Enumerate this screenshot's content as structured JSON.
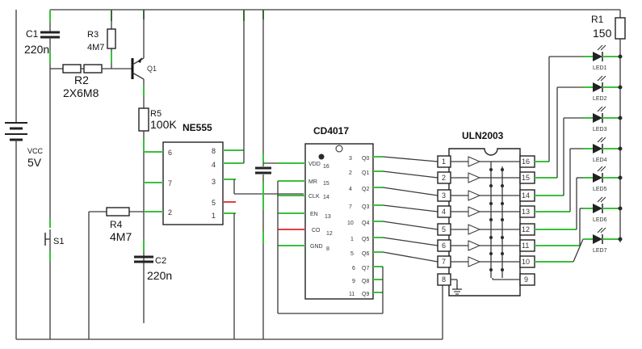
{
  "components": {
    "c1": {
      "ref": "C1",
      "value": "220n"
    },
    "r3": {
      "ref": "R3",
      "value": "4M7"
    },
    "r2": {
      "ref": "R2",
      "value": "2X6M8"
    },
    "q1": {
      "ref": "Q1"
    },
    "r5": {
      "ref": "R5",
      "value": "100K"
    },
    "vcc": {
      "ref": "VCC",
      "value": "5V"
    },
    "s1": {
      "ref": "S1"
    },
    "r4": {
      "ref": "R4",
      "value": "4M7"
    },
    "c2": {
      "ref": "C2",
      "value": "220n"
    },
    "r1": {
      "ref": "R1",
      "value": "150"
    }
  },
  "ne555": {
    "name": "NE555",
    "pins": {
      "p6": "6",
      "p7": "7",
      "p2": "2",
      "p8": "8",
      "p4": "4",
      "p3": "3",
      "p5": "5",
      "p1": "1"
    }
  },
  "cd4017": {
    "name": "CD4017",
    "left_pins": [
      {
        "label": "VDD",
        "num": "16"
      },
      {
        "label": "MR",
        "num": "15"
      },
      {
        "label": "CLK",
        "num": "14"
      },
      {
        "label": "EN",
        "num": "13"
      },
      {
        "label": "CO",
        "num": "12"
      },
      {
        "label": "GND",
        "num": "8"
      }
    ],
    "right_pins": [
      {
        "num": "3",
        "label": "Q0"
      },
      {
        "num": "2",
        "label": "Q1"
      },
      {
        "num": "4",
        "label": "Q2"
      },
      {
        "num": "7",
        "label": "Q3"
      },
      {
        "num": "10",
        "label": "Q4"
      },
      {
        "num": "1",
        "label": "Q5"
      },
      {
        "num": "5",
        "label": "Q6"
      },
      {
        "num": "6",
        "label": "Q7"
      },
      {
        "num": "9",
        "label": "Q8"
      },
      {
        "num": "11",
        "label": "Q9"
      }
    ]
  },
  "uln2003": {
    "name": "ULN2003",
    "left_pins": [
      "1",
      "2",
      "3",
      "4",
      "5",
      "6",
      "7",
      "8"
    ],
    "right_pins": [
      "16",
      "15",
      "14",
      "13",
      "12",
      "11",
      "10",
      "9"
    ]
  },
  "leds": [
    "LED1",
    "LED2",
    "LED3",
    "LED4",
    "LED5",
    "LED6",
    "LED7"
  ]
}
